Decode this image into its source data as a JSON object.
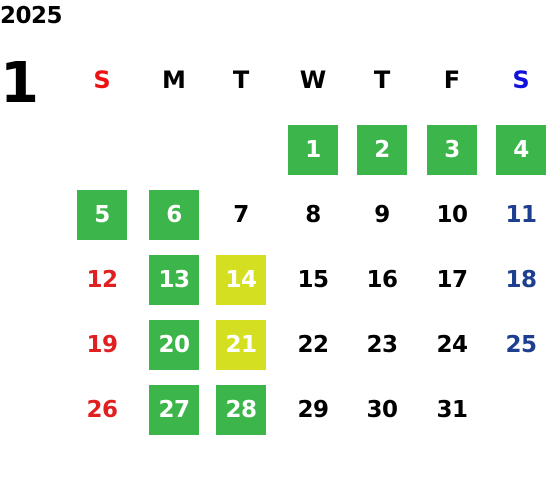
{
  "calendar": {
    "year": "2025",
    "month": "1",
    "weekdays": [
      "S",
      "M",
      "T",
      "W",
      "T",
      "F",
      "S"
    ],
    "weekday_colors": [
      "#ee1111",
      "#000000",
      "#000000",
      "#000000",
      "#000000",
      "#000000",
      "#1111dd"
    ],
    "days": [
      {
        "label": "1",
        "weekday": 3,
        "week": 0,
        "highlight": "green"
      },
      {
        "label": "2",
        "weekday": 4,
        "week": 0,
        "highlight": "green"
      },
      {
        "label": "3",
        "weekday": 5,
        "week": 0,
        "highlight": "green"
      },
      {
        "label": "4",
        "weekday": 6,
        "week": 0,
        "highlight": "green"
      },
      {
        "label": "5",
        "weekday": 0,
        "week": 1,
        "highlight": "green"
      },
      {
        "label": "6",
        "weekday": 1,
        "week": 1,
        "highlight": "green"
      },
      {
        "label": "7",
        "weekday": 2,
        "week": 1,
        "highlight": ""
      },
      {
        "label": "8",
        "weekday": 3,
        "week": 1,
        "highlight": ""
      },
      {
        "label": "9",
        "weekday": 4,
        "week": 1,
        "highlight": ""
      },
      {
        "label": "10",
        "weekday": 5,
        "week": 1,
        "highlight": ""
      },
      {
        "label": "11",
        "weekday": 6,
        "week": 1,
        "highlight": ""
      },
      {
        "label": "12",
        "weekday": 0,
        "week": 2,
        "highlight": ""
      },
      {
        "label": "13",
        "weekday": 1,
        "week": 2,
        "highlight": "green"
      },
      {
        "label": "14",
        "weekday": 2,
        "week": 2,
        "highlight": "yellow"
      },
      {
        "label": "15",
        "weekday": 3,
        "week": 2,
        "highlight": ""
      },
      {
        "label": "16",
        "weekday": 4,
        "week": 2,
        "highlight": ""
      },
      {
        "label": "17",
        "weekday": 5,
        "week": 2,
        "highlight": ""
      },
      {
        "label": "18",
        "weekday": 6,
        "week": 2,
        "highlight": ""
      },
      {
        "label": "19",
        "weekday": 0,
        "week": 3,
        "highlight": ""
      },
      {
        "label": "20",
        "weekday": 1,
        "week": 3,
        "highlight": "green"
      },
      {
        "label": "21",
        "weekday": 2,
        "week": 3,
        "highlight": "yellow"
      },
      {
        "label": "22",
        "weekday": 3,
        "week": 3,
        "highlight": ""
      },
      {
        "label": "23",
        "weekday": 4,
        "week": 3,
        "highlight": ""
      },
      {
        "label": "24",
        "weekday": 5,
        "week": 3,
        "highlight": ""
      },
      {
        "label": "25",
        "weekday": 6,
        "week": 3,
        "highlight": ""
      },
      {
        "label": "26",
        "weekday": 0,
        "week": 4,
        "highlight": ""
      },
      {
        "label": "27",
        "weekday": 1,
        "week": 4,
        "highlight": "green"
      },
      {
        "label": "28",
        "weekday": 2,
        "week": 4,
        "highlight": "green"
      },
      {
        "label": "29",
        "weekday": 3,
        "week": 4,
        "highlight": ""
      },
      {
        "label": "30",
        "weekday": 4,
        "week": 4,
        "highlight": ""
      },
      {
        "label": "31",
        "weekday": 5,
        "week": 4,
        "highlight": ""
      }
    ]
  },
  "colors": {
    "highlight_green": "#3cb54a",
    "highlight_yellow": "#d4df22",
    "sunday_text": "#e02020",
    "saturday_text": "#1e3f8f",
    "weekday_text": "#000000"
  }
}
